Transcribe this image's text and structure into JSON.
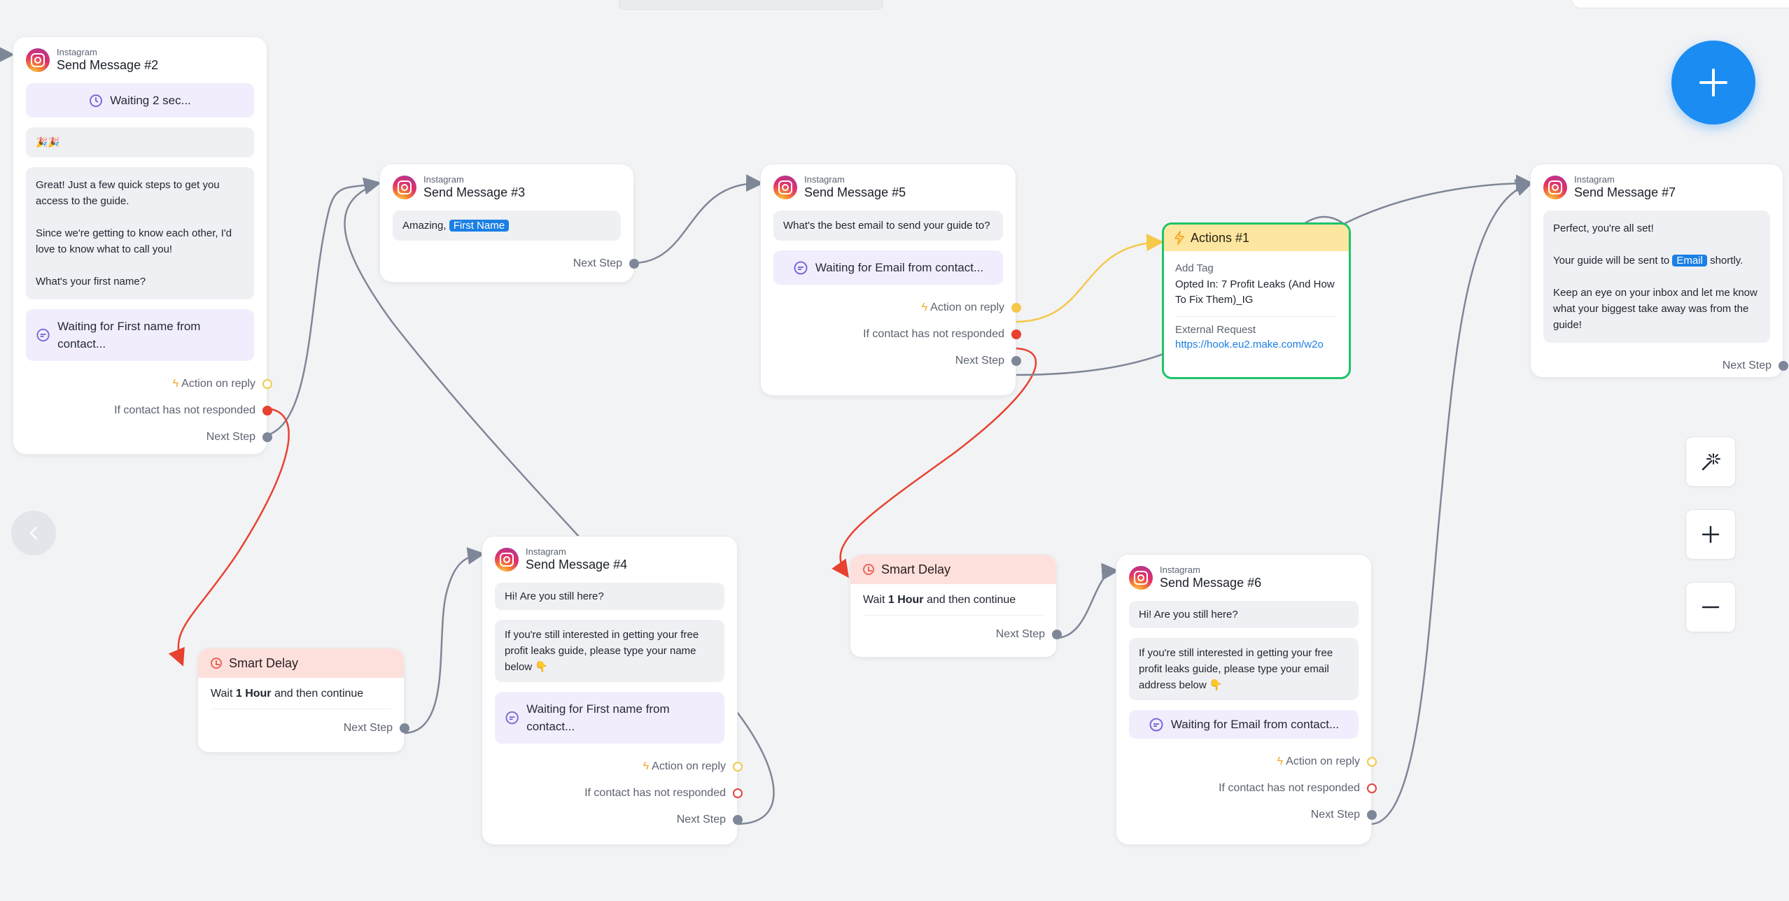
{
  "nodes": {
    "m2": {
      "platform": "Instagram",
      "title": "Send Message #2",
      "waiting": "Waiting 2 sec...",
      "emoji": "🎉🎉",
      "text1": "Great! Just a few quick steps to get you access to the guide.",
      "text2": "Since we're getting to know each other, I'd love to know what to call you!",
      "text3": "What's your first name?",
      "wait_reply": "Waiting for First name from contact..."
    },
    "m3": {
      "platform": "Instagram",
      "title": "Send Message #3",
      "text": "Amazing,",
      "var": "First Name"
    },
    "m5": {
      "platform": "Instagram",
      "title": "Send Message #5",
      "text": "What's the best email to send your guide to?",
      "wait_reply": "Waiting for Email from contact..."
    },
    "m7": {
      "platform": "Instagram",
      "title": "Send Message #7",
      "text1": "Perfect, you're all set!",
      "text2a": "Your guide will be sent to",
      "text2var": "Email",
      "text2b": "shortly.",
      "text3": "Keep an eye on your inbox and let me know what your biggest take away was from the guide!"
    },
    "m4": {
      "platform": "Instagram",
      "title": "Send Message #4",
      "text1": "Hi! Are you still here?",
      "text2": "If you're still interested in getting your free profit leaks guide, please type your name below 👇",
      "wait_reply": "Waiting for First name from contact..."
    },
    "m6": {
      "platform": "Instagram",
      "title": "Send Message #6",
      "text1": "Hi! Are you still here?",
      "text2": "If you're still interested in getting your free profit leaks guide, please type your email address below 👇",
      "wait_reply": "Waiting for Email from contact..."
    },
    "delay1": {
      "title": "Smart Delay",
      "wait_pre": "Wait",
      "wait_val": "1 Hour",
      "wait_post": "and then continue"
    },
    "delay2": {
      "title": "Smart Delay",
      "wait_pre": "Wait",
      "wait_val": "1 Hour",
      "wait_post": "and then continue"
    },
    "actions": {
      "title": "Actions #1",
      "tag_label": "Add Tag",
      "tag_value": "Opted In: 7 Profit Leaks (And How To Fix Them)_IG",
      "req_label": "External Request",
      "req_url": "https://hook.eu2.make.com/w2o"
    }
  },
  "ports": {
    "action_on_reply": "Action on reply",
    "not_responded": "If contact has not responded",
    "next_step": "Next Step"
  },
  "colors": {
    "accent": "#1b8cf2",
    "wire": "#7e8797",
    "wire_red": "#e8412f",
    "wire_yellow": "#f5c84a",
    "actions_border": "#1ec46a"
  },
  "icons": [
    "instagram-icon",
    "clock-icon",
    "chat-icon",
    "bolt-icon",
    "plus-icon",
    "magic-wand-icon",
    "zoom-in-icon",
    "zoom-out-icon",
    "chevron-left-icon"
  ]
}
